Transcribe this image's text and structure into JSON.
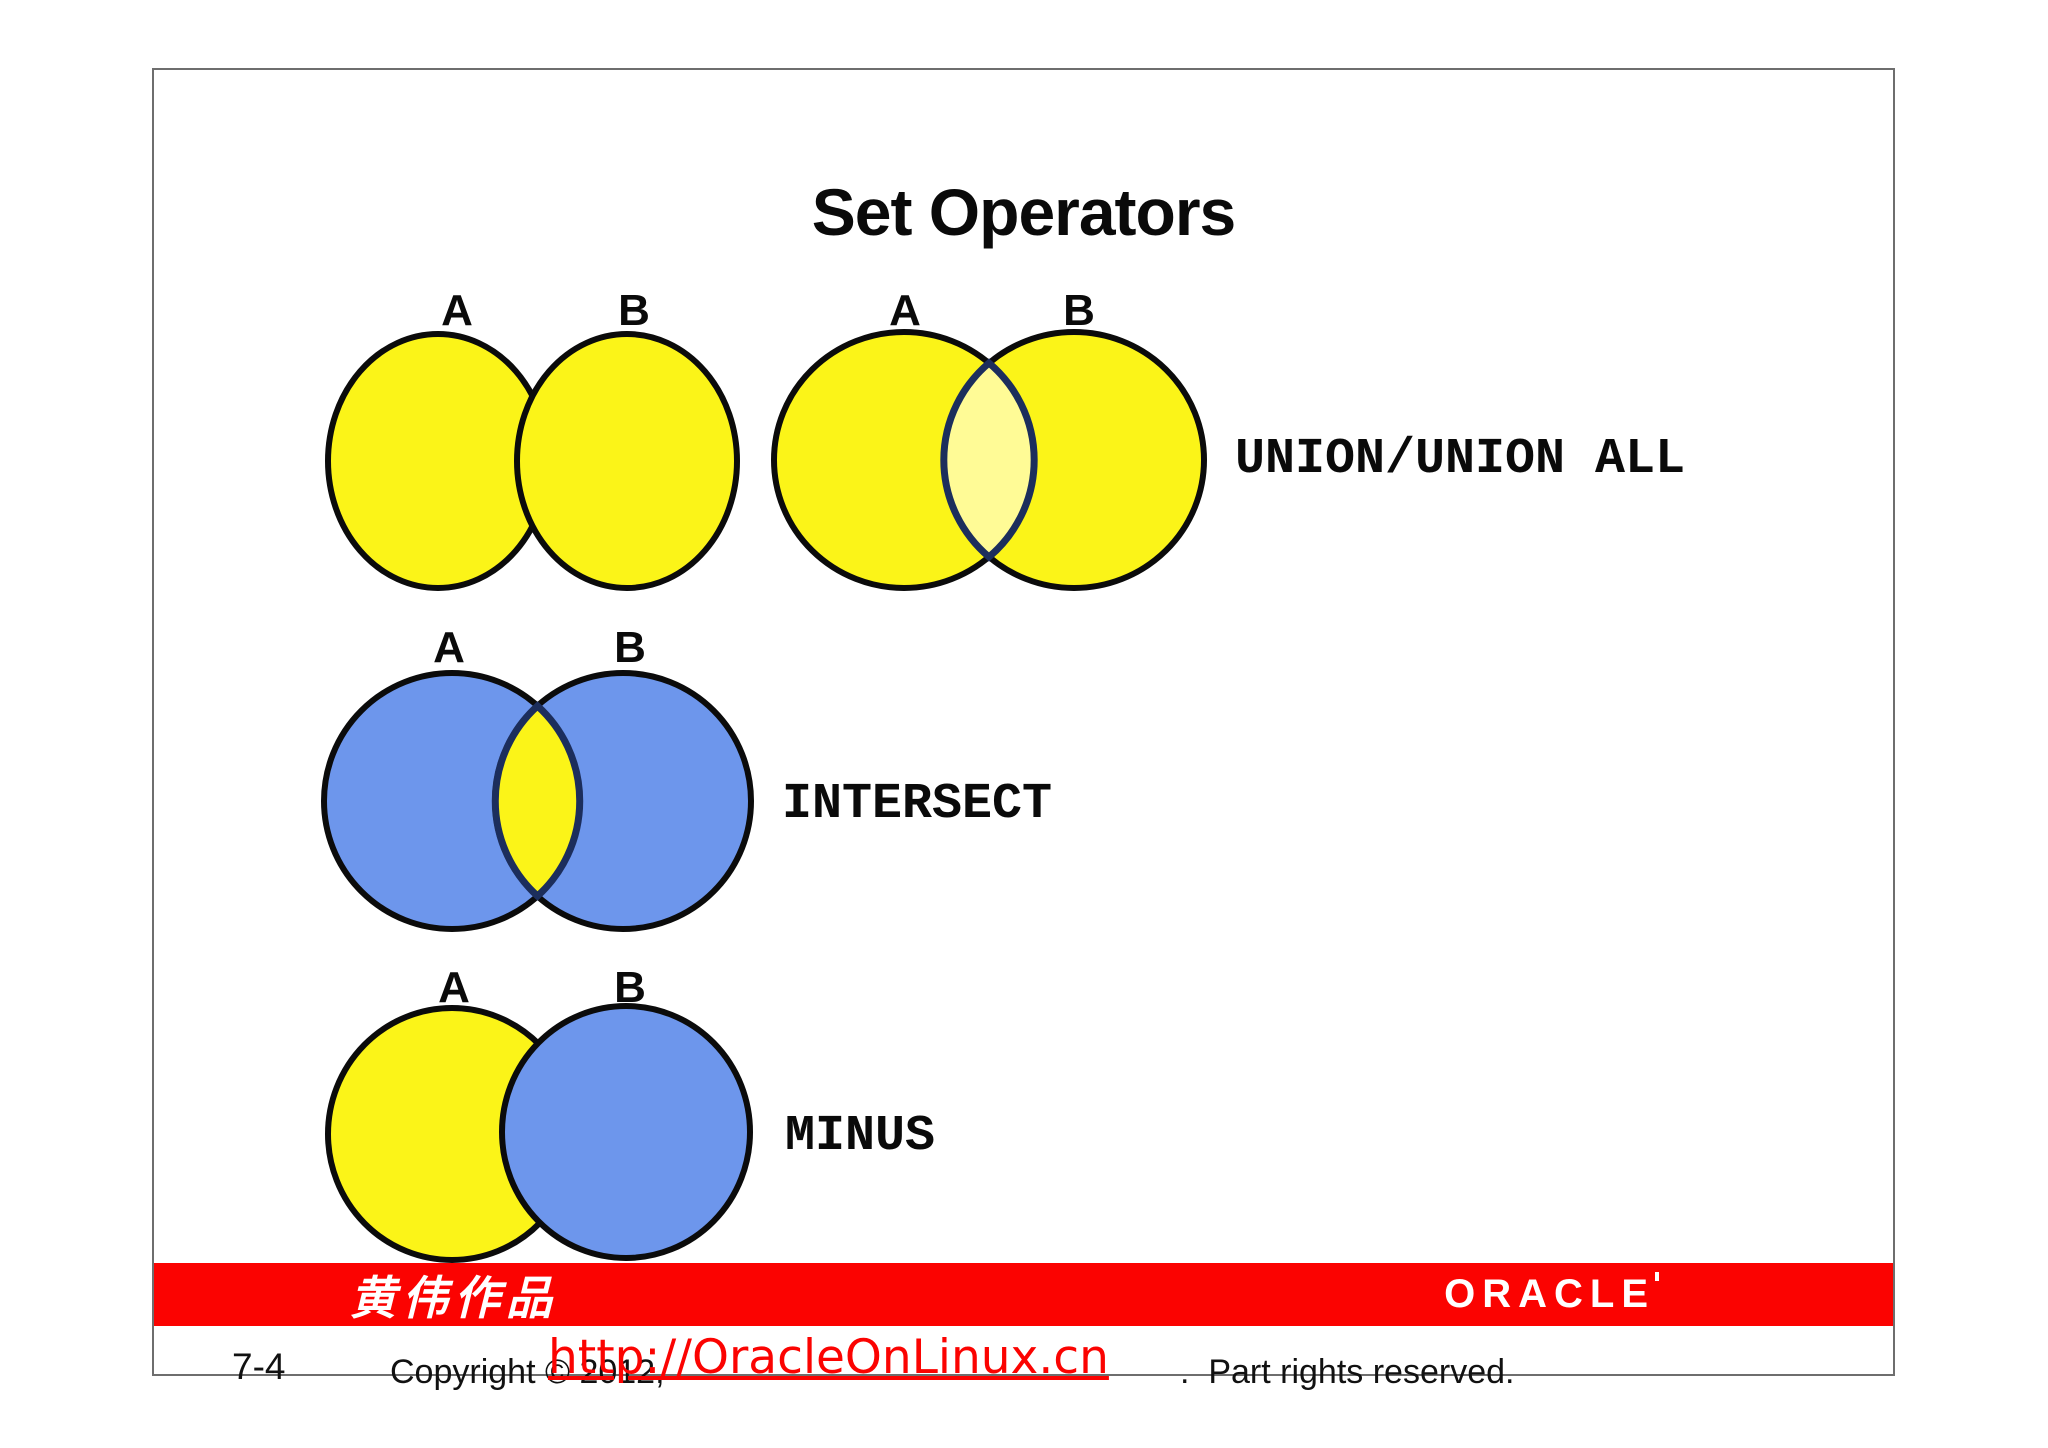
{
  "slide": {
    "title": "Set Operators"
  },
  "diagrams": {
    "union_left": {
      "a": "A",
      "b": "B"
    },
    "union_right": {
      "a": "A",
      "b": "B"
    },
    "intersect": {
      "a": "A",
      "b": "B"
    },
    "minus": {
      "a": "A",
      "b": "B"
    }
  },
  "operators": {
    "union": "UNION/UNION ALL",
    "intersect": "INTERSECT",
    "minus": "MINUS"
  },
  "footer_bar": {
    "author": "黄伟作品",
    "brand": "ORACLE"
  },
  "footer": {
    "page_number": "7-4",
    "copyright_prefix": "Copyright © 2012,",
    "link": "http://OracleOnLinux.cn",
    "copyright_suffix": ".  Part rights reserved."
  },
  "colors": {
    "yellow": "#FBF418",
    "light_yellow": "#FFFB96",
    "blue": "#6D96EC",
    "navy": "#1C2E5C",
    "outline": "#0B0B0B",
    "red": "#FB0301"
  }
}
